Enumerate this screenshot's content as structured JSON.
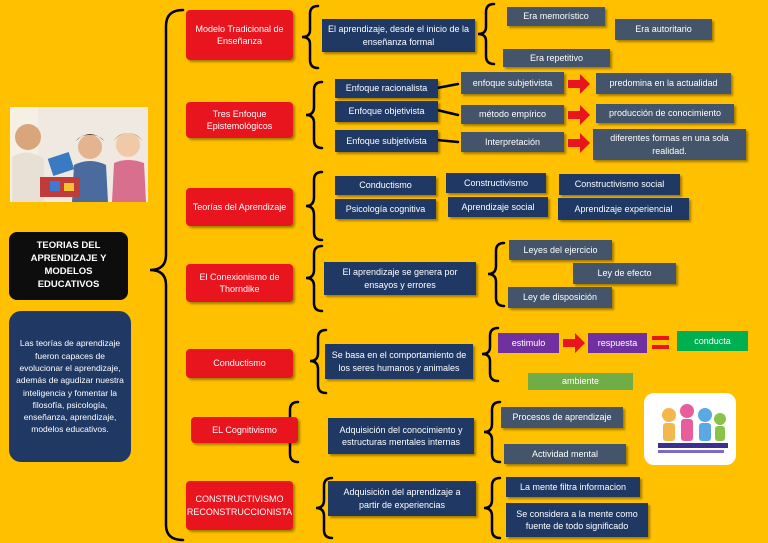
{
  "title": "TEORIAS DEL APRENDIZAJE Y MODELOS EDUCATIVOS",
  "description": "Las teorías de aprendizaje fueron capaces de evolucionar el aprendizaje, además de agudizar nuestra inteligencia y fomentar la filosofía, psicología, enseñanza, aprendizaje, modelos educativos.",
  "rows": {
    "r1": {
      "head": "Modelo Tradicional de Enseñanza",
      "desc": "El aprendizaje, desde el inicio de la enseñanza formal",
      "items": [
        "Era memorístico",
        "Era autoritario",
        "Era repetitivo"
      ]
    },
    "r2": {
      "head": "Tres Enfoque Epistemológicos",
      "enfoques": [
        "Enfoque racionalista",
        "Enfoque objetivista",
        "Enfoque subjetivista"
      ],
      "metodos": [
        "enfoque subjetivista",
        "método empírico",
        "Interpretación"
      ],
      "results": [
        "predomina en la actualidad",
        "producción de conocimiento",
        "diferentes formas en una sola realidad."
      ]
    },
    "r3": {
      "head": "Teorías del Aprendizaje",
      "items": [
        "Conductismo",
        "Constructivismo",
        "Constructivismo social",
        "Psicología cognitiva",
        "Aprendizaje social",
        "Aprendizaje experiencial"
      ]
    },
    "r4": {
      "head": "El Conexionismo de Thorndike",
      "desc": "El aprendizaje se genera por ensayos y errores",
      "items": [
        "Leyes del ejercicio",
        "Ley de efecto",
        "Ley de disposición"
      ]
    },
    "r5": {
      "head": "Conductismo",
      "desc": "Se basa en el comportamiento de los seres humanos y animales",
      "estimulo": "estimulo",
      "respuesta": "respuesta",
      "conducta": "conducta",
      "ambiente": "ambiente"
    },
    "r6": {
      "head": "EL Cognitivismo",
      "desc": "Adquisición del conocimiento y estructuras mentales internas",
      "items": [
        "Procesos de aprendizaje",
        "Actividad mental"
      ]
    },
    "r7": {
      "head": "CONSTRUCTIVISMO RECONSTRUCCIONISTA",
      "desc": "Adquisición del aprendizaje a partir de experiencias",
      "items": [
        "La mente filtra informacion",
        "Se considera a la mente como fuente de todo significado"
      ]
    }
  },
  "colors": {
    "background": "#FFC000",
    "red": "#E8141E",
    "navy": "#1F3864",
    "slate": "#44546A",
    "purple": "#7030A0",
    "green": "#00B050"
  }
}
